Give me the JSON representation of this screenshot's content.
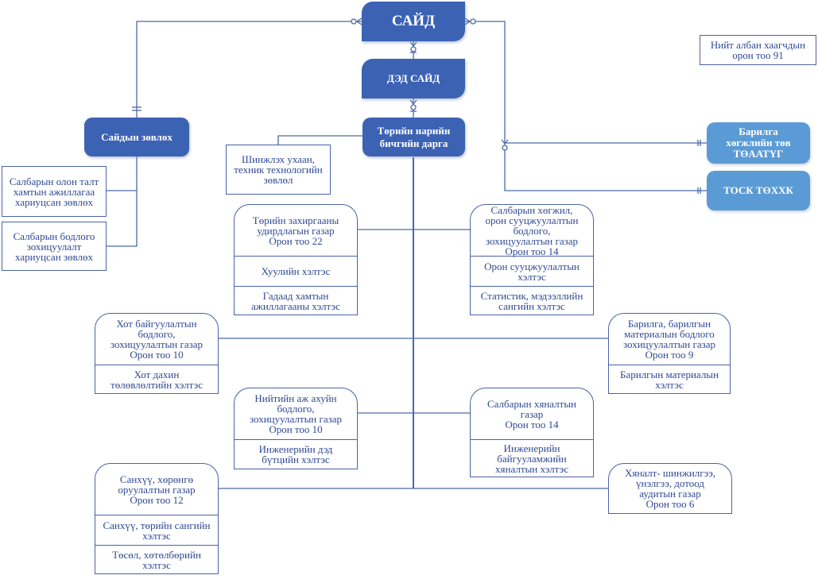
{
  "colors": {
    "dark_box": "#3c62b3",
    "light_box": "#5b9bd5",
    "line": "#4a63a8",
    "text": "#2f4a93"
  },
  "top": {
    "minister": "САЙД",
    "deputy_minister": "ДЭД САЙД",
    "state_secretary": "Төрийн нарийн\nбичгийн дарга",
    "ministers_council": "Сайдын зөвлөх"
  },
  "affiliates": {
    "construction_center": "Барилга\nхөгжлийн төв\nТӨААТҮГ",
    "tosk": "ТОСК ТӨХХК"
  },
  "total_staff": "Нийт албан хаагчдын\nорон тоо 91",
  "advisors": [
    "Салбарын олон талт\nхамтын ажиллагаа\nхариуцсан зөвлөх",
    "Салбарын бодлого\nзохицуулалт\nхариуцсан зөвлөх"
  ],
  "science_council": "Шинжлэх ухаан,\nтехник технологийн\nзөвлөл",
  "departments": [
    {
      "name": "Төрийн захиргааны\nудирдлагын газар\nОрон тоо 22",
      "divisions": [
        "Хуулийн хэлтэс",
        "Гадаад хамтын\nажиллагааны хэлтэс"
      ]
    },
    {
      "name": "Салбарын хөгжил,\nорон сууцжуулалтын\nбодлого,\nзохицуулалтын газар\nОрон тоо 14",
      "divisions": [
        "Орон сууцжуулалтын\nхэлтэс",
        "Статистик, мэдээллийн\nсангийн хэлтэс"
      ]
    },
    {
      "name": "Хот байгуулалтын\nбодлого,\nзохицуулалтын газар\nОрон тоо 10",
      "divisions": [
        "Хот дахин\nтөлөвлөлтийн хэлтэс"
      ]
    },
    {
      "name": "Барилга, барилгын\nматериалын бодлого\nзохицуулалтын газар\nОрон тоо 9",
      "divisions": [
        "Барилгын материалын\nхэлтэс"
      ]
    },
    {
      "name": "Нийтийн аж ахуйн\nбодлого,\nзохицуулалтын газар\nОрон тоо 10",
      "divisions": [
        "Инженерийн дэд\nбүтцийн хэлтэс"
      ]
    },
    {
      "name": "Салбарын хяналтын\nгазар\nОрон тоо 14",
      "divisions": [
        "Инженерийн\nбайгууламжийн\nхяналтын хэлтэс"
      ]
    },
    {
      "name": "Санхүү, хөрөнгө\nоруулалтын газар\nОрон тоо 12",
      "divisions": [
        "Санхүү, төрийн сангийн\nхэлтэс",
        "Төсөл, хөтөлбөрийн\nхэлтэс"
      ]
    },
    {
      "name": "Хяналт- шинжилгээ,\nүнэлгээ, дотоод\nаудитын газар\nОрон тоо 6",
      "divisions": []
    }
  ]
}
